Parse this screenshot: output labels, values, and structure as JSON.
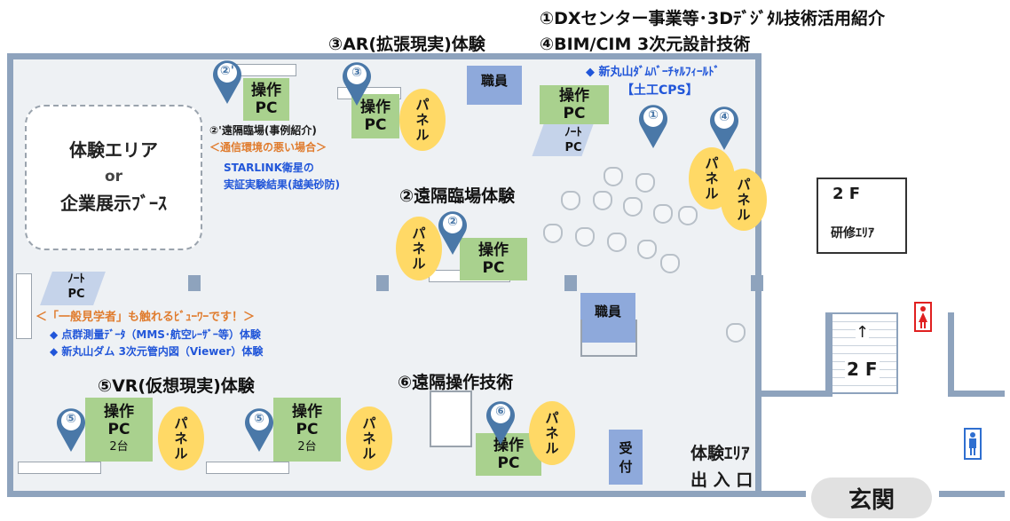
{
  "headers": {
    "dx_intro": "①DXセンター事業等･3Dﾃﾞｼﾞﾀﾙ技術活用紹介",
    "ar": "③AR(拡張現実)体験",
    "bim": "④BIM/CIM 3次元設計技術",
    "remote_site": "②遠隔臨場体験",
    "vr": "⑤VR(仮想現実)体験",
    "remote_op": "⑥遠隔操作技術"
  },
  "zone": {
    "line1": "体験エリア",
    "line2": "or",
    "line3": "企業展示ﾌﾞｰｽ"
  },
  "pc_label_top": "操作",
  "pc_label_bottom": "PC",
  "pc_units": "2台",
  "panel_label": [
    "パ",
    "ネ",
    "ル"
  ],
  "staff_label": "職員",
  "reception": [
    "受",
    "付"
  ],
  "laptop_label": [
    "ﾉｰﾄ",
    "PC"
  ],
  "pins": [
    "②'",
    "③",
    "①",
    "④",
    "②",
    "⑤",
    "⑤",
    "⑥"
  ],
  "remote_example": {
    "title": "②'遠隔臨場(事例紹介)",
    "warning": "＜通信環境の悪い場合＞",
    "line1": "STARLINK衛星の",
    "line2": "実証実験結果(越美砂防)"
  },
  "virtual_field": {
    "line1": "◆ 新丸山ﾀﾞﾑﾊﾞｰﾁｬﾙﾌｨｰﾙﾄﾞ",
    "line2": "【土工CPS】"
  },
  "viewer_notes": {
    "title": "＜「一般見学者」も触れるﾋﾞｭｰﾜｰです！＞",
    "item1": "◆ 点群測量ﾃﾞｰﾀ（MMS･航空ﾚｰｻﾞｰ等）体験",
    "item2": "◆ 新丸山ダム 3次元管内図（Viewer）体験"
  },
  "floor2": {
    "label": "2 F",
    "training": "研修ｴﾘｱ"
  },
  "stairs": {
    "arrow": "↑",
    "label": "2 F"
  },
  "exit": {
    "line1": "体験ｴﾘｱ",
    "line2": "出 入 口"
  },
  "entrance": "玄関",
  "colors": {
    "pc": "#a9d18e",
    "panel": "#ffd966",
    "staff": "#8ea9db",
    "pin": "#4a78a8",
    "wall": "#8ea3bd",
    "women": "#e02020",
    "men": "#2f6fd0"
  },
  "icons": {
    "women": "women-restroom-icon",
    "men": "men-restroom-icon"
  }
}
